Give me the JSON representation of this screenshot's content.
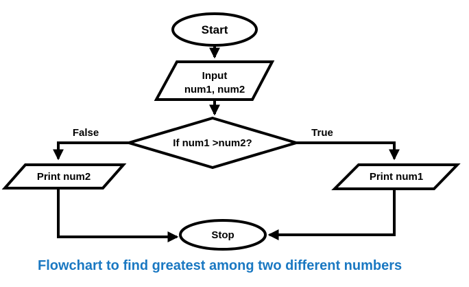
{
  "diagram": {
    "type": "flowchart",
    "caption": "Flowchart to find greatest among two different numbers",
    "colors": {
      "line": "#000000",
      "caption_text": "#1A78C2",
      "shape_fill": "#ffffff"
    },
    "nodes": {
      "start": {
        "shape": "oval",
        "label": "Start"
      },
      "input": {
        "shape": "parallelogram",
        "label_line1": "Input",
        "label_line2": "num1, num2"
      },
      "decision": {
        "shape": "diamond",
        "label": "If num1 >num2?"
      },
      "print_num2": {
        "shape": "parallelogram",
        "label": "Print num2"
      },
      "print_num1": {
        "shape": "parallelogram",
        "label": "Print num1"
      },
      "stop": {
        "shape": "oval",
        "label": "Stop"
      }
    },
    "branches": {
      "false_label": "False",
      "true_label": "True"
    }
  }
}
